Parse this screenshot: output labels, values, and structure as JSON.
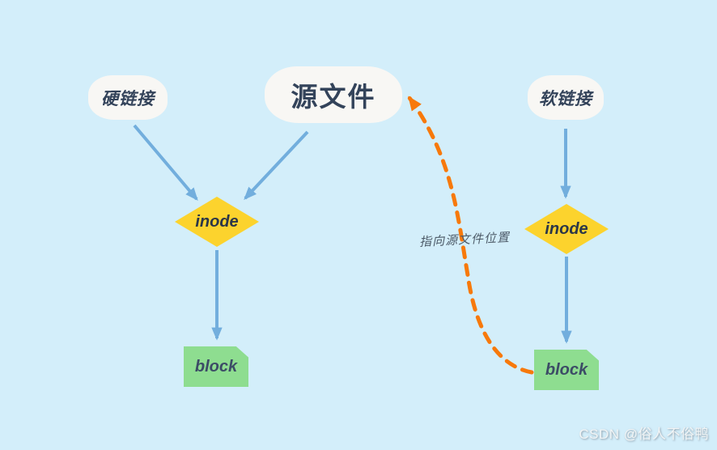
{
  "nodes": {
    "hard_link": {
      "label": "硬链接"
    },
    "source_file": {
      "label": "源文件"
    },
    "soft_link": {
      "label": "软链接"
    },
    "inode_left": {
      "label": "inode"
    },
    "inode_right": {
      "label": "inode"
    },
    "block_left": {
      "label": "block"
    },
    "block_right": {
      "label": "block"
    }
  },
  "edges": {
    "dashed_pointer_label": "指向源文件位置"
  },
  "watermark": {
    "text": "CSDN @俗人不俗鸭"
  },
  "colors": {
    "background": "#d3eefa",
    "node_fill": "#f8f7f4",
    "inode_diamond": "#fcd32d",
    "block_green": "#8edd90",
    "arrow_blue": "#72aedd",
    "dashed_orange": "#f7790b",
    "text_dark": "#33435a"
  }
}
